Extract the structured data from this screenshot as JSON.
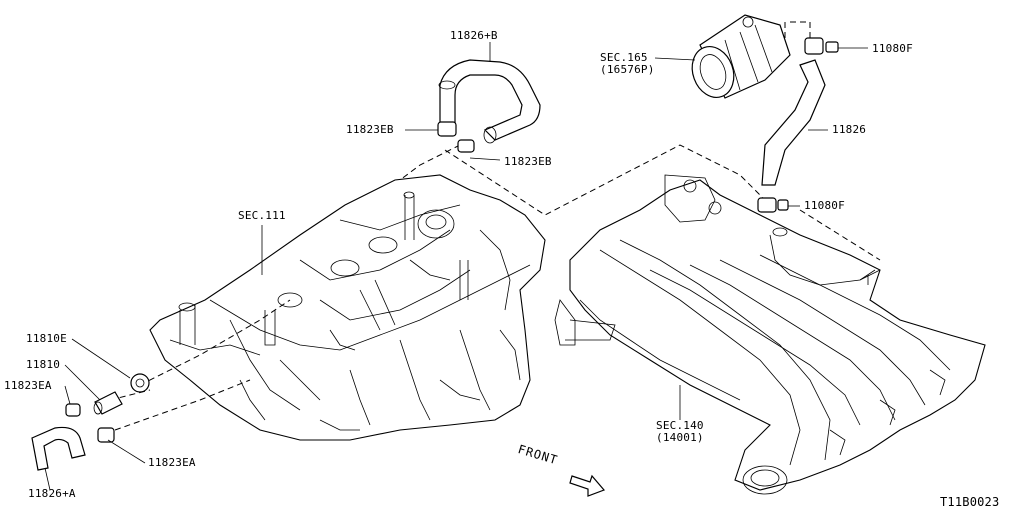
{
  "labels": {
    "hose_b": "11826+B",
    "clamp_eb_left": "11823EB",
    "clamp_eb_right": "11823EB",
    "sec_111": "SEC.111",
    "sec_165": "SEC.165",
    "sec_165_part": "(16576P)",
    "clamp_f_top": "11080F",
    "hose_main": "11826",
    "clamp_f_lower": "11080F",
    "grommet": "11810E",
    "valve": "11810",
    "clamp_ea_top": "11823EA",
    "clamp_ea_bottom": "11823EA",
    "hose_a": "11826+A",
    "sec_140": "SEC.140",
    "sec_140_part": "(14001)",
    "front": "FRONT",
    "figure_ref": "T11B0023"
  },
  "icons": {
    "front_arrow": "front-arrow-icon"
  }
}
